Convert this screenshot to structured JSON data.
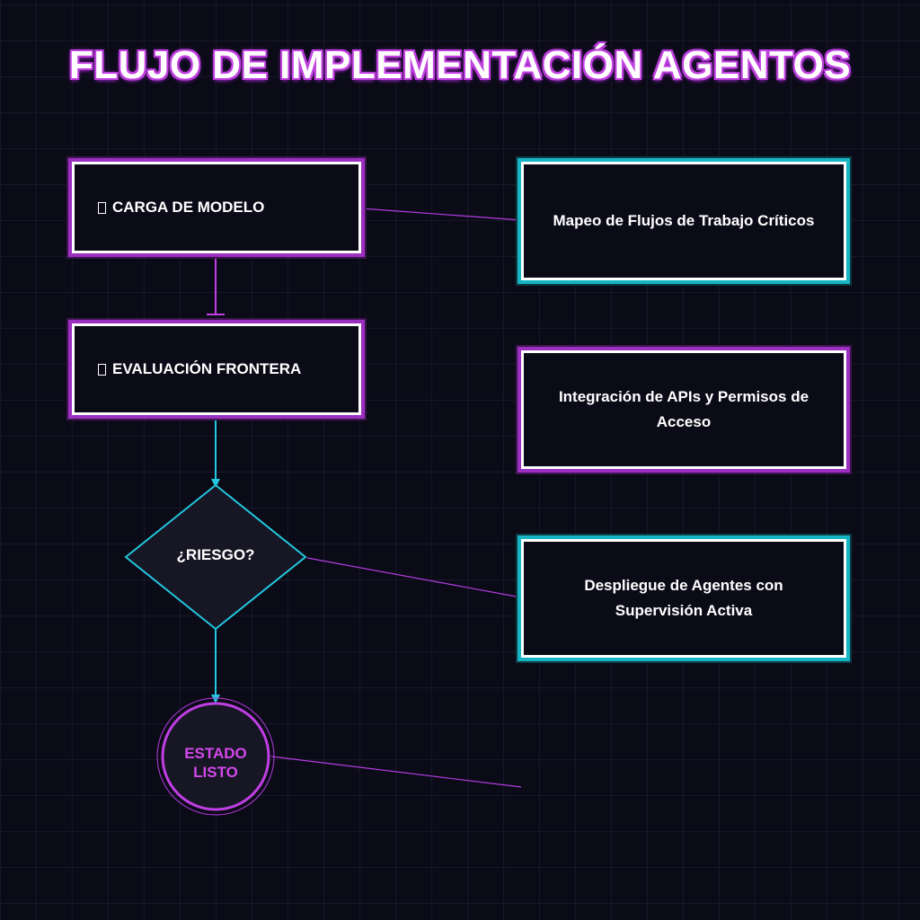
{
  "title": "FLUJO DE IMPLEMENTACIÓN AGENTOS",
  "colors": {
    "background": "#0b0b18",
    "magenta": "#b63be0",
    "cyan": "#22c6dd",
    "white": "#ffffff"
  },
  "flow": {
    "step_model": {
      "label": "CARGA DE MODELO",
      "icon": "unknown-glyph-icon"
    },
    "step_eval": {
      "label": "EVALUACIÓN FRONTERA",
      "icon": "unknown-glyph-icon"
    },
    "decision": {
      "label": "¿RIESGO?"
    },
    "end": {
      "line1": "ESTADO",
      "line2": "LISTO"
    }
  },
  "side_panels": [
    {
      "label": "Mapeo de Flujos de Trabajo Críticos",
      "accent": "cyan"
    },
    {
      "label": "Integración de APIs y Permisos de Acceso",
      "accent": "magenta"
    },
    {
      "label": "Despliegue de Agentes con Supervisión Activa",
      "accent": "cyan"
    }
  ]
}
